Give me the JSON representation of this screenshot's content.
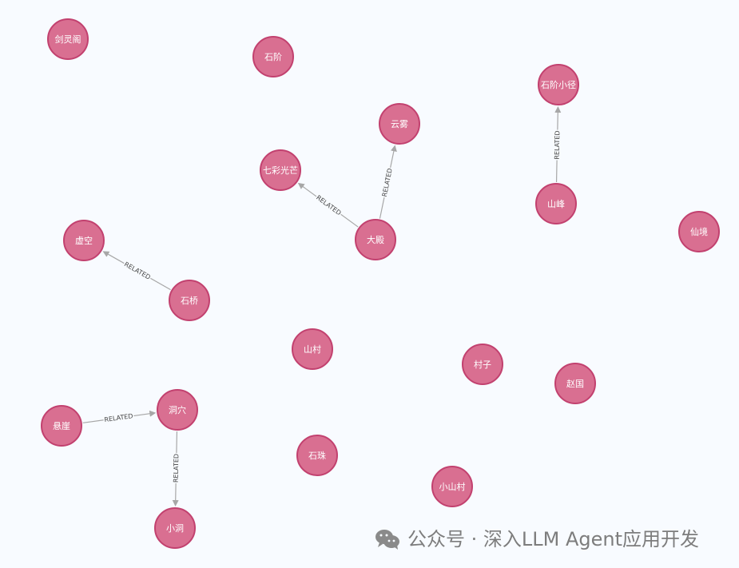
{
  "graph": {
    "nodes": [
      {
        "id": "n1",
        "label": "剑灵阁"
      },
      {
        "id": "n2",
        "label": "石阶"
      },
      {
        "id": "n3",
        "label": "石阶小径"
      },
      {
        "id": "n4",
        "label": "云雾"
      },
      {
        "id": "n5",
        "label": "七彩光芒"
      },
      {
        "id": "n6",
        "label": "山峰"
      },
      {
        "id": "n7",
        "label": "仙境"
      },
      {
        "id": "n8",
        "label": "大殿"
      },
      {
        "id": "n9",
        "label": "虚空"
      },
      {
        "id": "n10",
        "label": "石桥"
      },
      {
        "id": "n11",
        "label": "山村"
      },
      {
        "id": "n12",
        "label": "村子"
      },
      {
        "id": "n13",
        "label": "赵国"
      },
      {
        "id": "n14",
        "label": "悬崖"
      },
      {
        "id": "n15",
        "label": "洞穴"
      },
      {
        "id": "n16",
        "label": "石珠"
      },
      {
        "id": "n17",
        "label": "小山村"
      },
      {
        "id": "n18",
        "label": "小洞"
      }
    ],
    "edges": [
      {
        "from": "n6",
        "to": "n3",
        "label": "RELATED"
      },
      {
        "from": "n8",
        "to": "n4",
        "label": "RELATED"
      },
      {
        "from": "n8",
        "to": "n5",
        "label": "RELATED"
      },
      {
        "from": "n10",
        "to": "n9",
        "label": "RELATED"
      },
      {
        "from": "n14",
        "to": "n15",
        "label": "RELATED"
      },
      {
        "from": "n15",
        "to": "n18",
        "label": "RELATED"
      }
    ]
  },
  "watermark": {
    "text": "公众号 · 深入LLM Agent应用开发",
    "icon": "wechat-icon"
  },
  "colors": {
    "background": "#f8fbff",
    "node_fill": "#d96f91",
    "node_stroke": "#c2416f",
    "edge": "#a7a7a7",
    "edge_label": "#444444",
    "watermark": "#7d7d7d"
  }
}
